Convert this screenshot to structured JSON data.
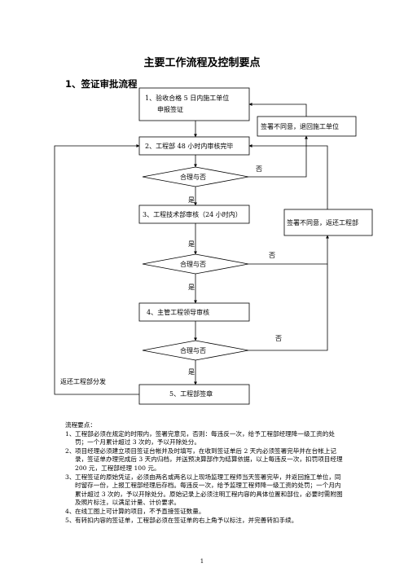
{
  "title": "主要工作流程及控制要点",
  "section": "1、签证审批流程",
  "flow": {
    "box1_line1": "1、验收合格 5 日内施工单位",
    "box1_line2": "申报签证",
    "box2": "2、工程部 48 小时内审核完毕",
    "decision1": "合理与否",
    "box3": "3、工程技术部审核（24 小时内）",
    "decision2": "合理与否",
    "box4": "4、主管工程领导审核",
    "decision3": "合理与否",
    "box5": "5、工程部签章",
    "reject1": "签署不同意，退回施工单位",
    "reject2": "签署不同意，返还工程部",
    "yes": "是",
    "no": "否",
    "return_label": "返还工程部分发"
  },
  "notes": {
    "heading": "流程要点：",
    "items": [
      {
        "num": "1、",
        "text": "工程部必须在规定的时限内，签署完意见，否则：每违反一次，给予工程部经理降一级工资的处罚；一个月累计超过 3 次的，予以开除处分。"
      },
      {
        "num": "2、",
        "text": "项目经理必须建立项目签证台帐并及时填写，在收到签证单后 2 天内必须签署完毕并在台帐上记录，签证单办理完成后 3 天内归档，并送预决算部作为结算依据，以上每违反一次，扣罚项目经理 200 元，工程部经理 100 元。"
      },
      {
        "num": "3、",
        "text": "工程签证的原始凭证，必须由两名或两名以上现场监理工程师当天签署完毕，并返回施工单位，同时留存一份，上报工程部经理后存档。每违反一次，给予监理工程师降一级工资的处罚；一个月内累计超过 3 次的，予以开除处分。原始记录上必须注明工程内容的具体位置和部位，必要时需附图及照片标注，以满足计量、计价要求。"
      },
      {
        "num": "4、",
        "text": "在线工图上可计算的项目，不予直接签证数量。"
      },
      {
        "num": "5、",
        "text": "有转扣内容的签证单，工程部必须在签证单的右上角予以标注，并完善转扣手续。"
      }
    ]
  },
  "page_number": "1"
}
